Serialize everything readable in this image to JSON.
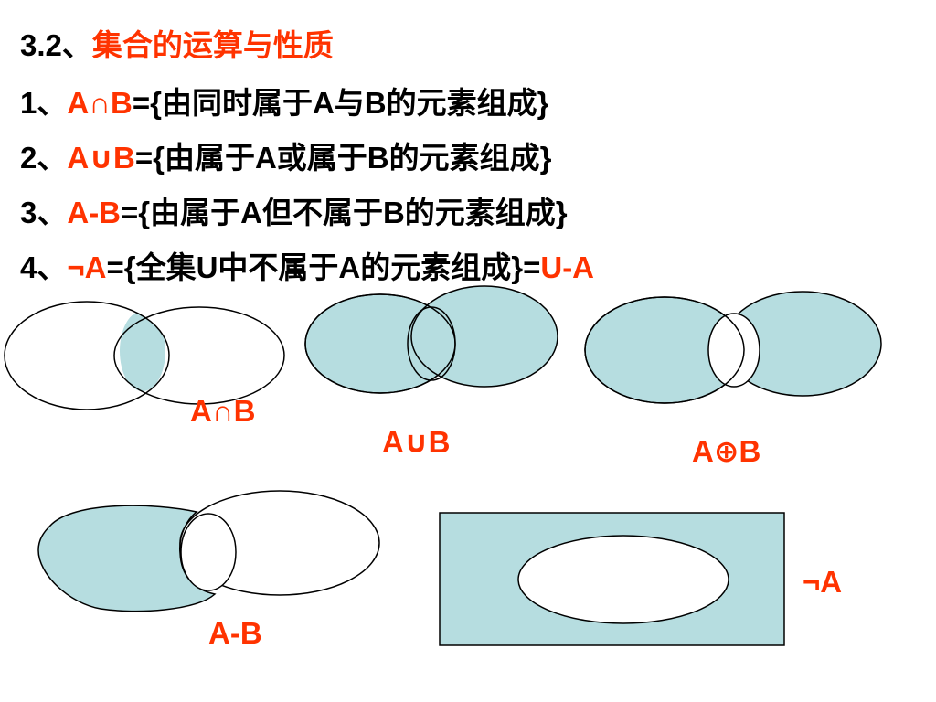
{
  "heading": {
    "number": "3.2、",
    "title": "集合的运算与性质"
  },
  "rules": [
    {
      "index": "1、",
      "op": "A∩B",
      "body": "={由同时属于A与B的元素组成}",
      "tail": ""
    },
    {
      "index": "2、",
      "op": "A∪B",
      "body": "={由属于A或属于B的元素组成}",
      "tail": ""
    },
    {
      "index": "3、",
      "op": "A-B",
      "body": "={由属于A但不属于B的元素组成}",
      "tail": ""
    },
    {
      "index": "4、",
      "op": "¬A",
      "body": "={全集U中不属于A的元素组成}=",
      "tail": "U-A"
    }
  ],
  "diagram_labels": {
    "intersection": "A∩B",
    "union": "A∪B",
    "symmetric_difference": "A⊕B",
    "difference": "A-B",
    "complement": "¬A"
  },
  "colors": {
    "fill": "#b6dde0",
    "accent": "#ff3300",
    "stroke": "#000000"
  }
}
